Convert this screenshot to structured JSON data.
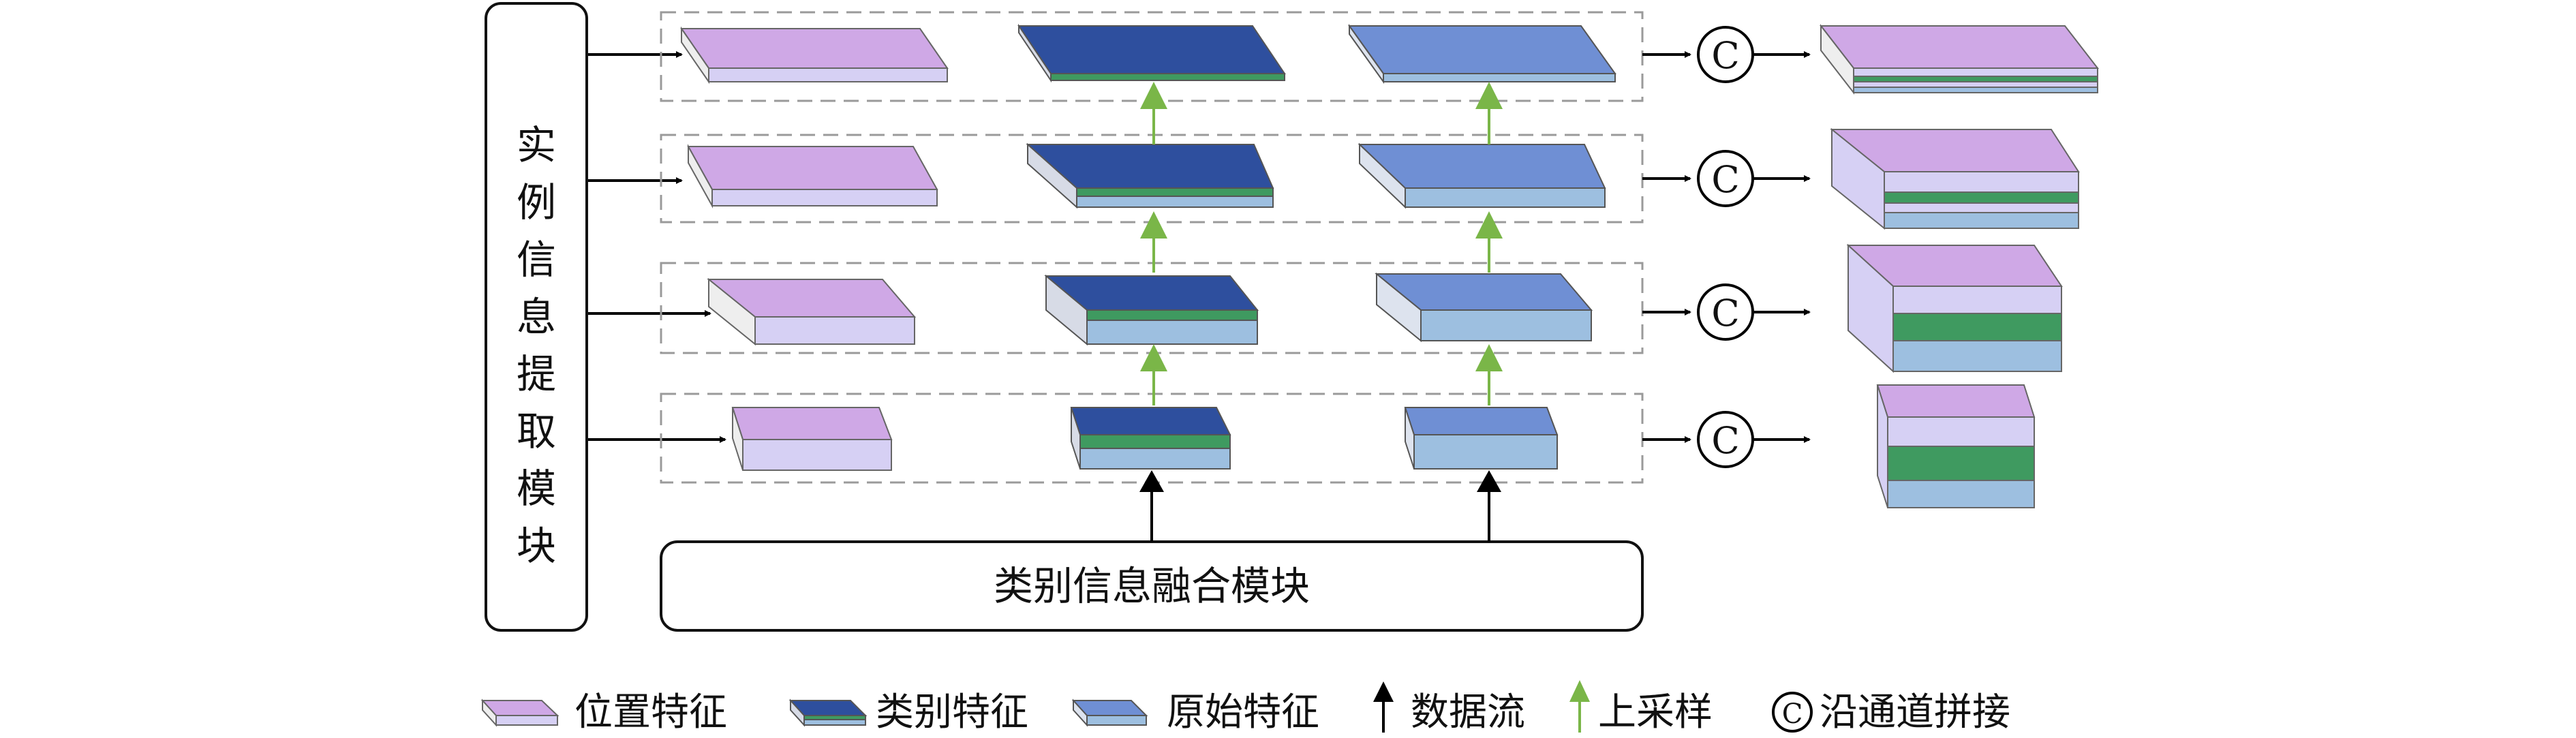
{
  "left_module": {
    "chars": [
      "实",
      "例",
      "信",
      "息",
      "提",
      "取",
      "模",
      "块"
    ]
  },
  "bottom_module": {
    "label": "类别信息融合模块"
  },
  "concat_symbol": "C",
  "legend": {
    "position_feature": "位置特征",
    "category_feature": "类别特征",
    "original_feature": "原始特征",
    "data_flow": "数据流",
    "upsample": "上采样",
    "concat": "沿通道拼接",
    "concat_symbol": "C"
  },
  "colors": {
    "position": "#cfa8e6",
    "category": "#2e4f9e",
    "original": "#6f8fd4",
    "green_band": "#3f9a60",
    "lavender_band": "#d6d0f4",
    "light_blue_band": "#9dbfe0",
    "upsample_arrow": "#7ab648",
    "dashed_box": "#9a9a9a"
  }
}
